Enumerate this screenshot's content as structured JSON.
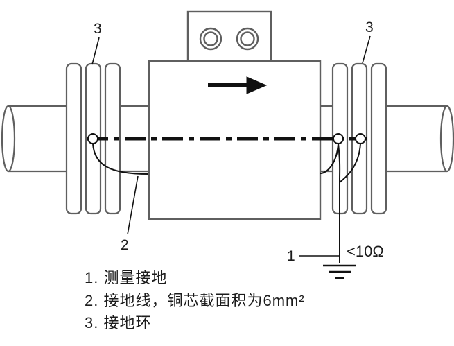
{
  "figure": {
    "callouts": {
      "left_ring": "3",
      "right_ring": "3",
      "ground_wire": "2",
      "measure_ground": "1"
    },
    "resistance_label": "<10Ω",
    "legend": {
      "line1": "1. 测量接地",
      "line2": "2. 接地线，铜芯截面积为6mm²",
      "line3": "3. 接地环"
    },
    "colors": {
      "outline": "#5f5f5f",
      "ink": "#141414"
    }
  }
}
